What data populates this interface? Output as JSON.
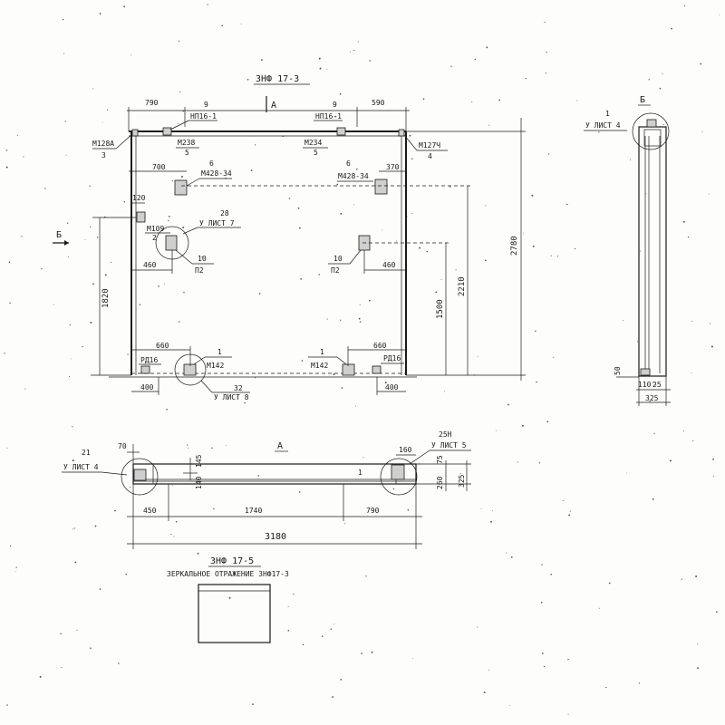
{
  "title_main": "ЗНФ 17-3",
  "view_a_marker": "А",
  "view_a_title": "А",
  "view_b_marker": "Б",
  "view_b_title": "Б",
  "front": {
    "dim_790": "790",
    "dim_590": "590",
    "dim_700": "700",
    "dim_370": "370",
    "dim_120": "120",
    "dim_460_left": "460",
    "dim_460_right": "460",
    "dim_660_left": "660",
    "dim_660_right": "660",
    "dim_400_left": "400",
    "dim_400_right": "400",
    "dim_1820": "1820",
    "dim_1500": "1500",
    "dim_2210": "2210",
    "dim_2780": "2780",
    "lbl_9_left": "9",
    "lbl_np16_left": "НП16-1",
    "lbl_9_right": "9",
    "lbl_np16_right": "НП16-1",
    "lbl_m128a": "М128А",
    "lbl_3": "3",
    "lbl_m238": "М238",
    "lbl_5_left": "5",
    "lbl_m234": "М234",
    "lbl_5_right": "5",
    "lbl_m127": "М127Ч",
    "lbl_4": "4",
    "lbl_6_left": "6",
    "lbl_m428_left": "М428-34",
    "lbl_6_right": "6",
    "lbl_m428_right": "М428-34",
    "lbl_m109": "М109",
    "lbl_2": "2",
    "lbl_28": "28",
    "lbl_ulist7": "У ЛИСТ 7",
    "lbl_10_left": "10",
    "lbl_p2_left": "П2",
    "lbl_10_right": "10",
    "lbl_p2_right": "П2",
    "lbl_1_left": "1",
    "lbl_m142_left": "М142",
    "lbl_1_right": "1",
    "lbl_m142_right": "М142",
    "lbl_pd16_left": "РД16",
    "lbl_pd16_right": "РД16",
    "lbl_32": "32",
    "lbl_ulist8": "У ЛИСТ 8"
  },
  "side": {
    "lbl_1": "1",
    "lbl_ulist4": "У ЛИСТ 4",
    "dim_50": "50",
    "dim_110": "110",
    "dim_25": "25",
    "dim_325": "325"
  },
  "plan": {
    "dim_70": "70",
    "dim_160": "160",
    "dim_145": "145",
    "dim_140": "140",
    "dim_75": "75",
    "dim_260": "260",
    "dim_325": "325",
    "dim_450": "450",
    "dim_1740": "1740",
    "dim_790": "790",
    "dim_3180": "3180",
    "lbl_21": "21",
    "lbl_ulist4": "У ЛИСТ 4",
    "lbl_25h": "25Н",
    "lbl_ulist5": "У ЛИСТ 5",
    "lbl_1": "1"
  },
  "variant": {
    "title": "ЗНФ 17-5",
    "note": "ЗЕРКАЛЬНОЕ  ОТРАЖЕНИЕ  ЗНФ17-3"
  }
}
